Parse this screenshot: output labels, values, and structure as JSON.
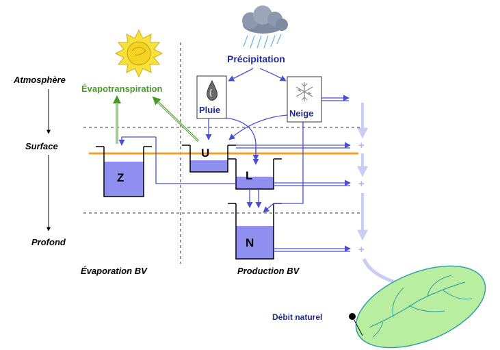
{
  "labels": {
    "atmosphere": "Atmosphère",
    "surface": "Surface",
    "profond": "Profond",
    "evapotranspiration": "Évapotranspiration",
    "precipitation": "Précipitation",
    "pluie": "Pluie",
    "neige": "Neige",
    "evaporation_bv": "Évaporation BV",
    "production_bv": "Production BV",
    "debit_naturel": "Débit naturel"
  },
  "tanks": {
    "z": "Z",
    "u": "U",
    "l": "L",
    "n": "N"
  },
  "junction_symbol": "+",
  "colors": {
    "navy_text": "#1f2a8a",
    "flow_blue": "#4a4fd0",
    "tank_fill": "#8f8ff0",
    "ground_line": "#f0a030",
    "evapo_green": "#4a9a2a",
    "pale_arrow": "#c8cdf4",
    "watershed_fill": "#b9eea0",
    "river": "#2ea0a8"
  },
  "icons": [
    "sun-icon",
    "rain-cloud-icon",
    "raindrop-icon",
    "snowflake-icon",
    "watershed-icon"
  ]
}
